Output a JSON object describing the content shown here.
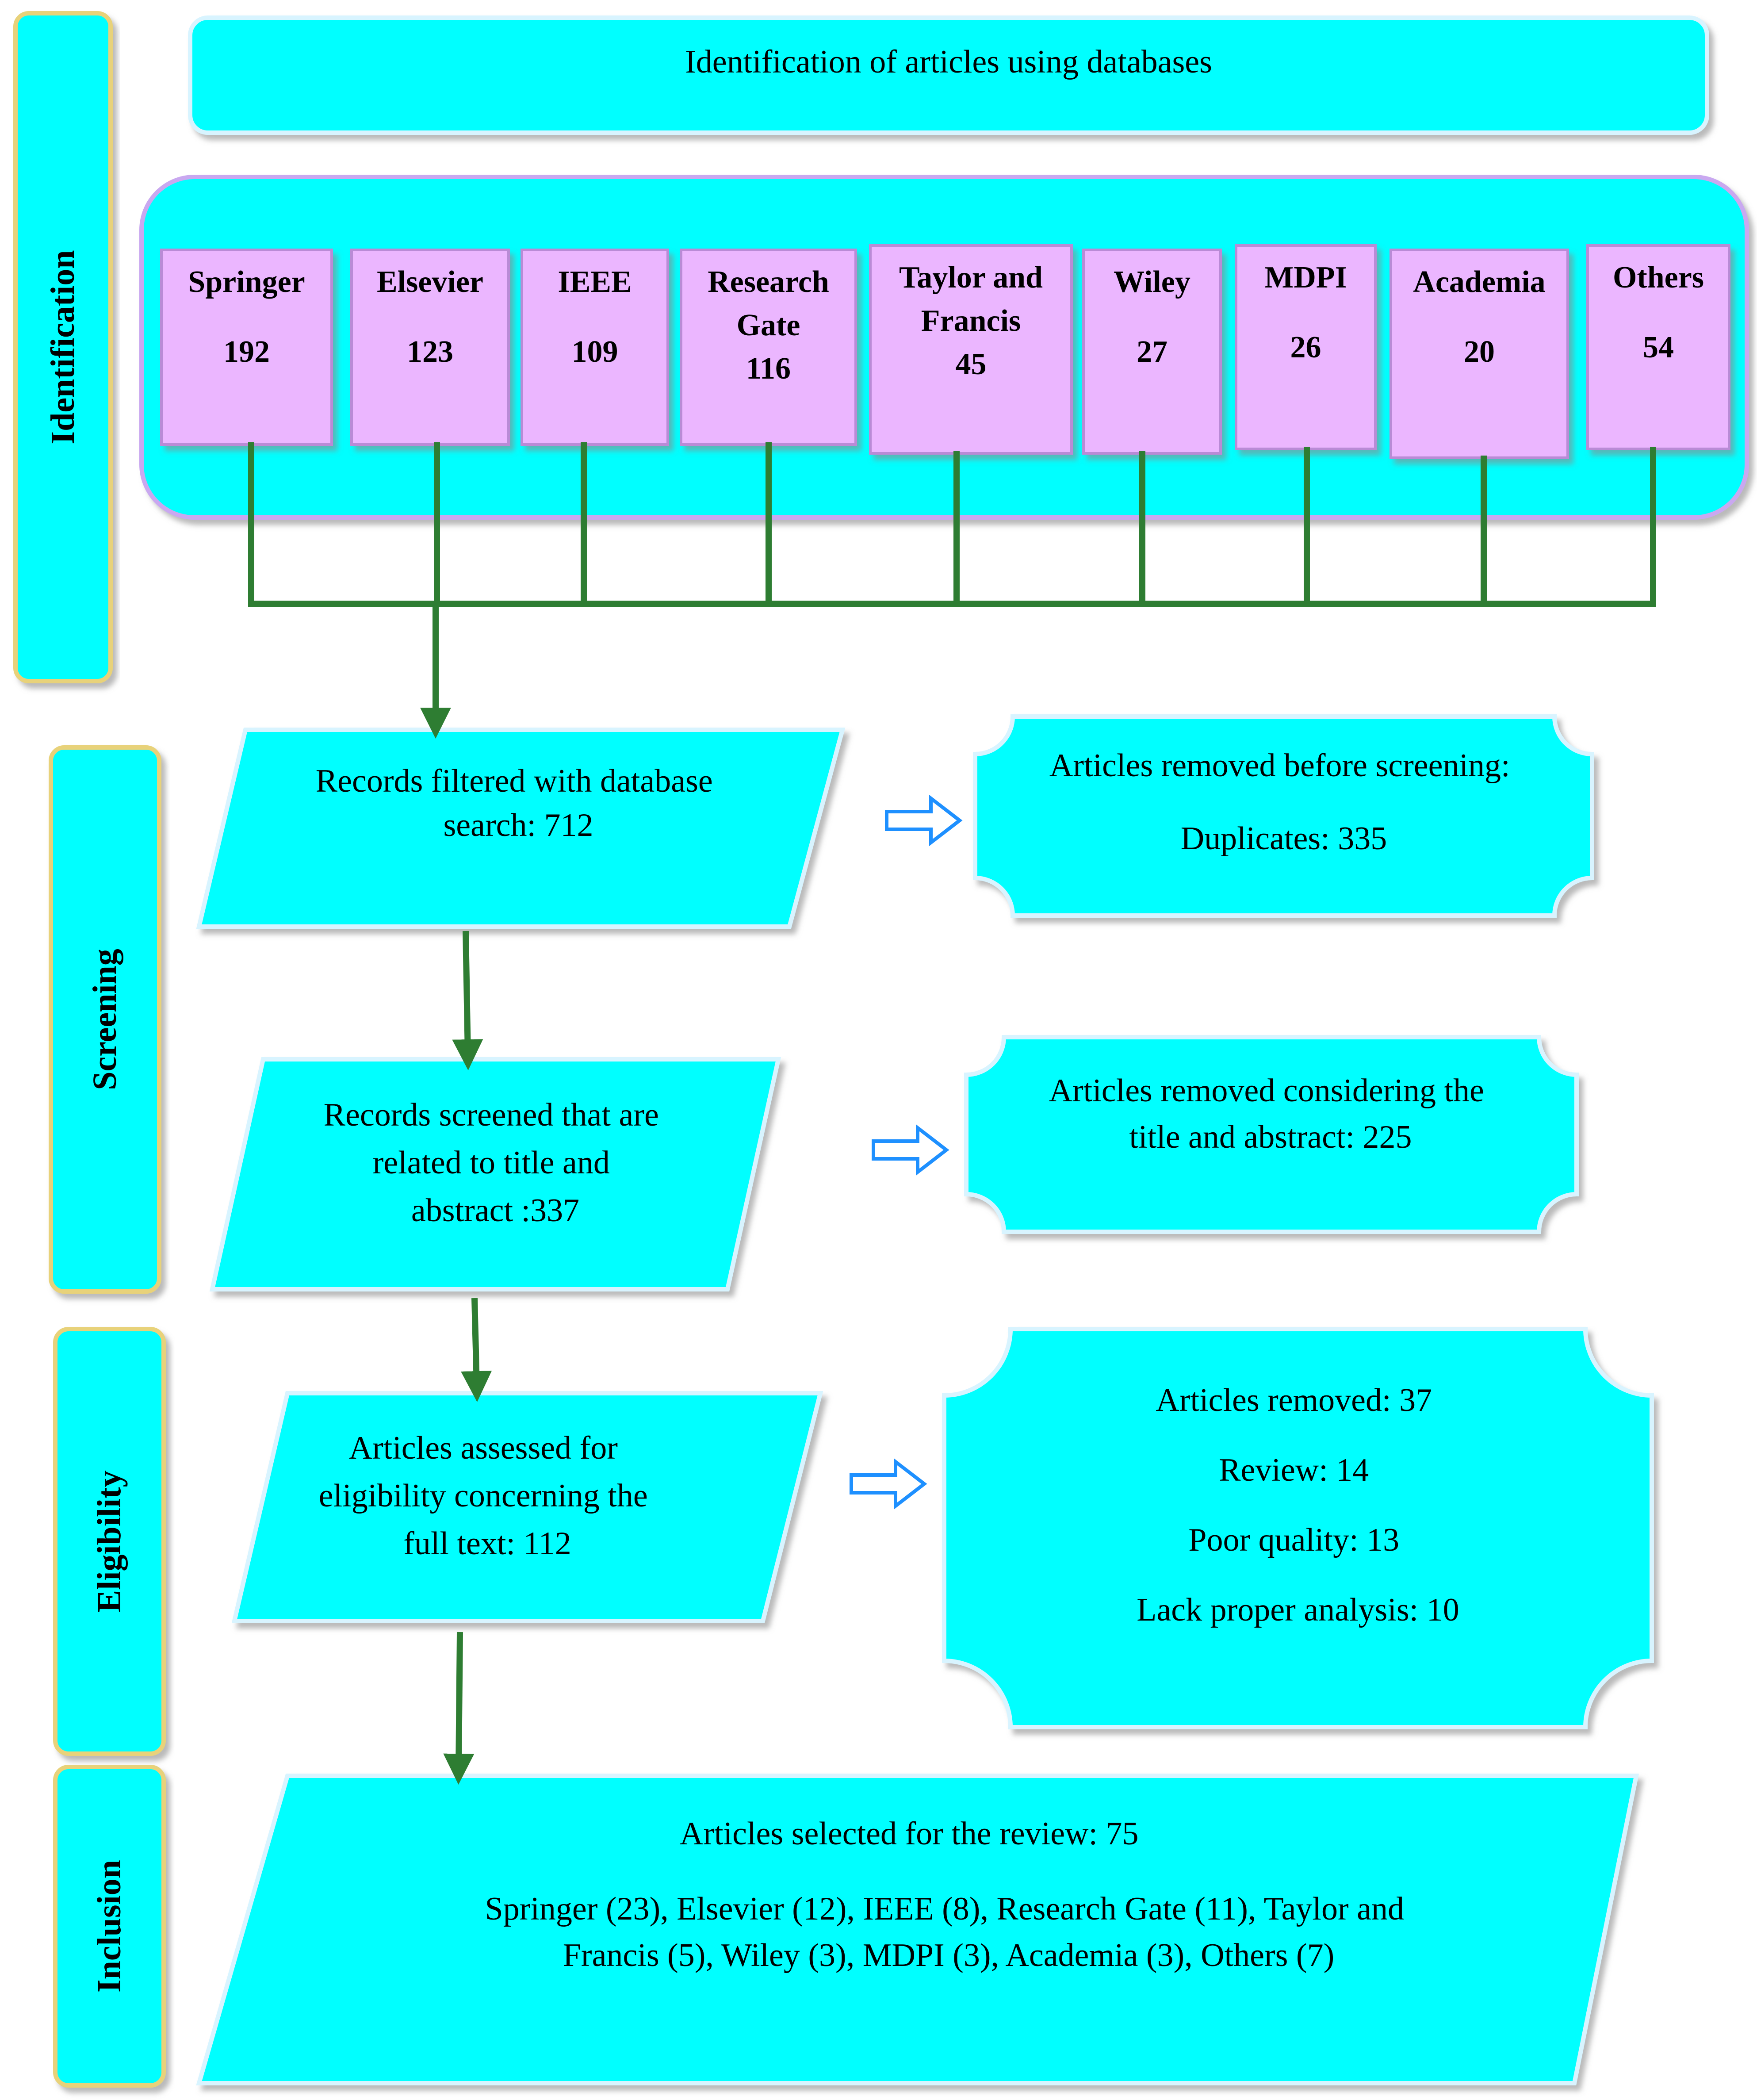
{
  "colors": {
    "cyan": "#00FFFF",
    "pink": "#EBB6FF",
    "arrow_green": "#2E7D32",
    "arrow_blue": "#1E90FF",
    "stage_border": "#E8D27A",
    "box_border": "#D8F4FF"
  },
  "header": {
    "title": "Identification of articles using databases"
  },
  "stages": {
    "identification": "Identification",
    "screening": "Screening",
    "eligibility": "Eligibility",
    "inclusion": "Inclusion"
  },
  "databases": [
    {
      "name_lines": [
        "Springer"
      ],
      "count": "192"
    },
    {
      "name_lines": [
        "Elsevier"
      ],
      "count": "123"
    },
    {
      "name_lines": [
        "IEEE"
      ],
      "count": "109"
    },
    {
      "name_lines": [
        "Research",
        "Gate"
      ],
      "count": "116"
    },
    {
      "name_lines": [
        "Taylor and",
        "Francis"
      ],
      "count": "45"
    },
    {
      "name_lines": [
        "Wiley"
      ],
      "count": "27"
    },
    {
      "name_lines": [
        "MDPI"
      ],
      "count": "26"
    },
    {
      "name_lines": [
        "Academia"
      ],
      "count": "20"
    },
    {
      "name_lines": [
        "Others"
      ],
      "count": "54"
    }
  ],
  "flow": {
    "records_filtered": [
      "Records filtered with database",
      "search: 712"
    ],
    "removed_before": [
      "Articles removed before screening:",
      "Duplicates:  335"
    ],
    "records_screened": [
      "Records screened that are",
      "related to title and",
      "abstract :337"
    ],
    "removed_title": [
      "Articles removed considering the",
      "title and abstract: 225"
    ],
    "assessed": [
      "Articles assessed for",
      "eligibility concerning the",
      "full text: 112"
    ],
    "removed_eligibility": [
      "Articles removed: 37",
      "Review: 14",
      "Poor quality: 13",
      "Lack proper analysis: 10"
    ],
    "selected": [
      "Articles selected for the review: 75",
      "Springer (23), Elsevier (12), IEEE (8), Research Gate (11), Taylor and",
      "Francis (5), Wiley (3), MDPI (3), Academia (3), Others (7)"
    ]
  }
}
